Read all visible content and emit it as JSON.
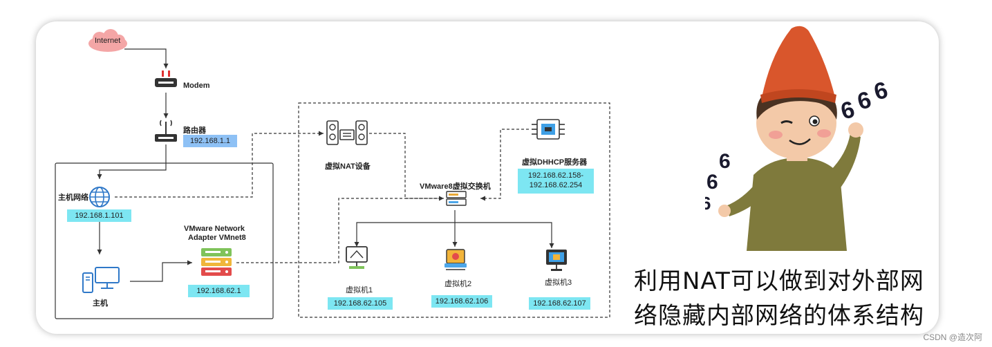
{
  "nodes": {
    "internet": "Internet",
    "modem": "Modem",
    "router": "路由器",
    "router_ip": "192.168.1.1",
    "host_network": "主机网络",
    "host_network_ip": "192.168.1.101",
    "host": "主机",
    "vmnet8_line1": "VMware Network",
    "vmnet8_line2": "Adapter VMnet8",
    "vmnet8_ip": "192.168.62.1",
    "nat": "虚拟NAT设备",
    "switch": "VMware8虚拟交换机",
    "dhcp": "虚拟DHHCP服务器",
    "dhcp_range_line1": "192.168.62.158-",
    "dhcp_range_line2": "192.168.62.254",
    "vm1": "虚拟机1",
    "vm1_ip": "192.168.62.105",
    "vm2": "虚拟机2",
    "vm2_ip": "192.168.62.106",
    "vm3": "虚拟机3",
    "vm3_ip": "192.168.62.107"
  },
  "caption": {
    "line1": "利用NAT可以做到对外部网",
    "line2": "络隐藏内部网络的体系结构"
  },
  "sticker_text": "666",
  "watermark": "CSDN @造次阿",
  "colors": {
    "ip_label": "#7de6f2",
    "router_ip_label": "#8ec1f5",
    "cloud": "#f4a6a6",
    "globe": "#2f78c8"
  }
}
